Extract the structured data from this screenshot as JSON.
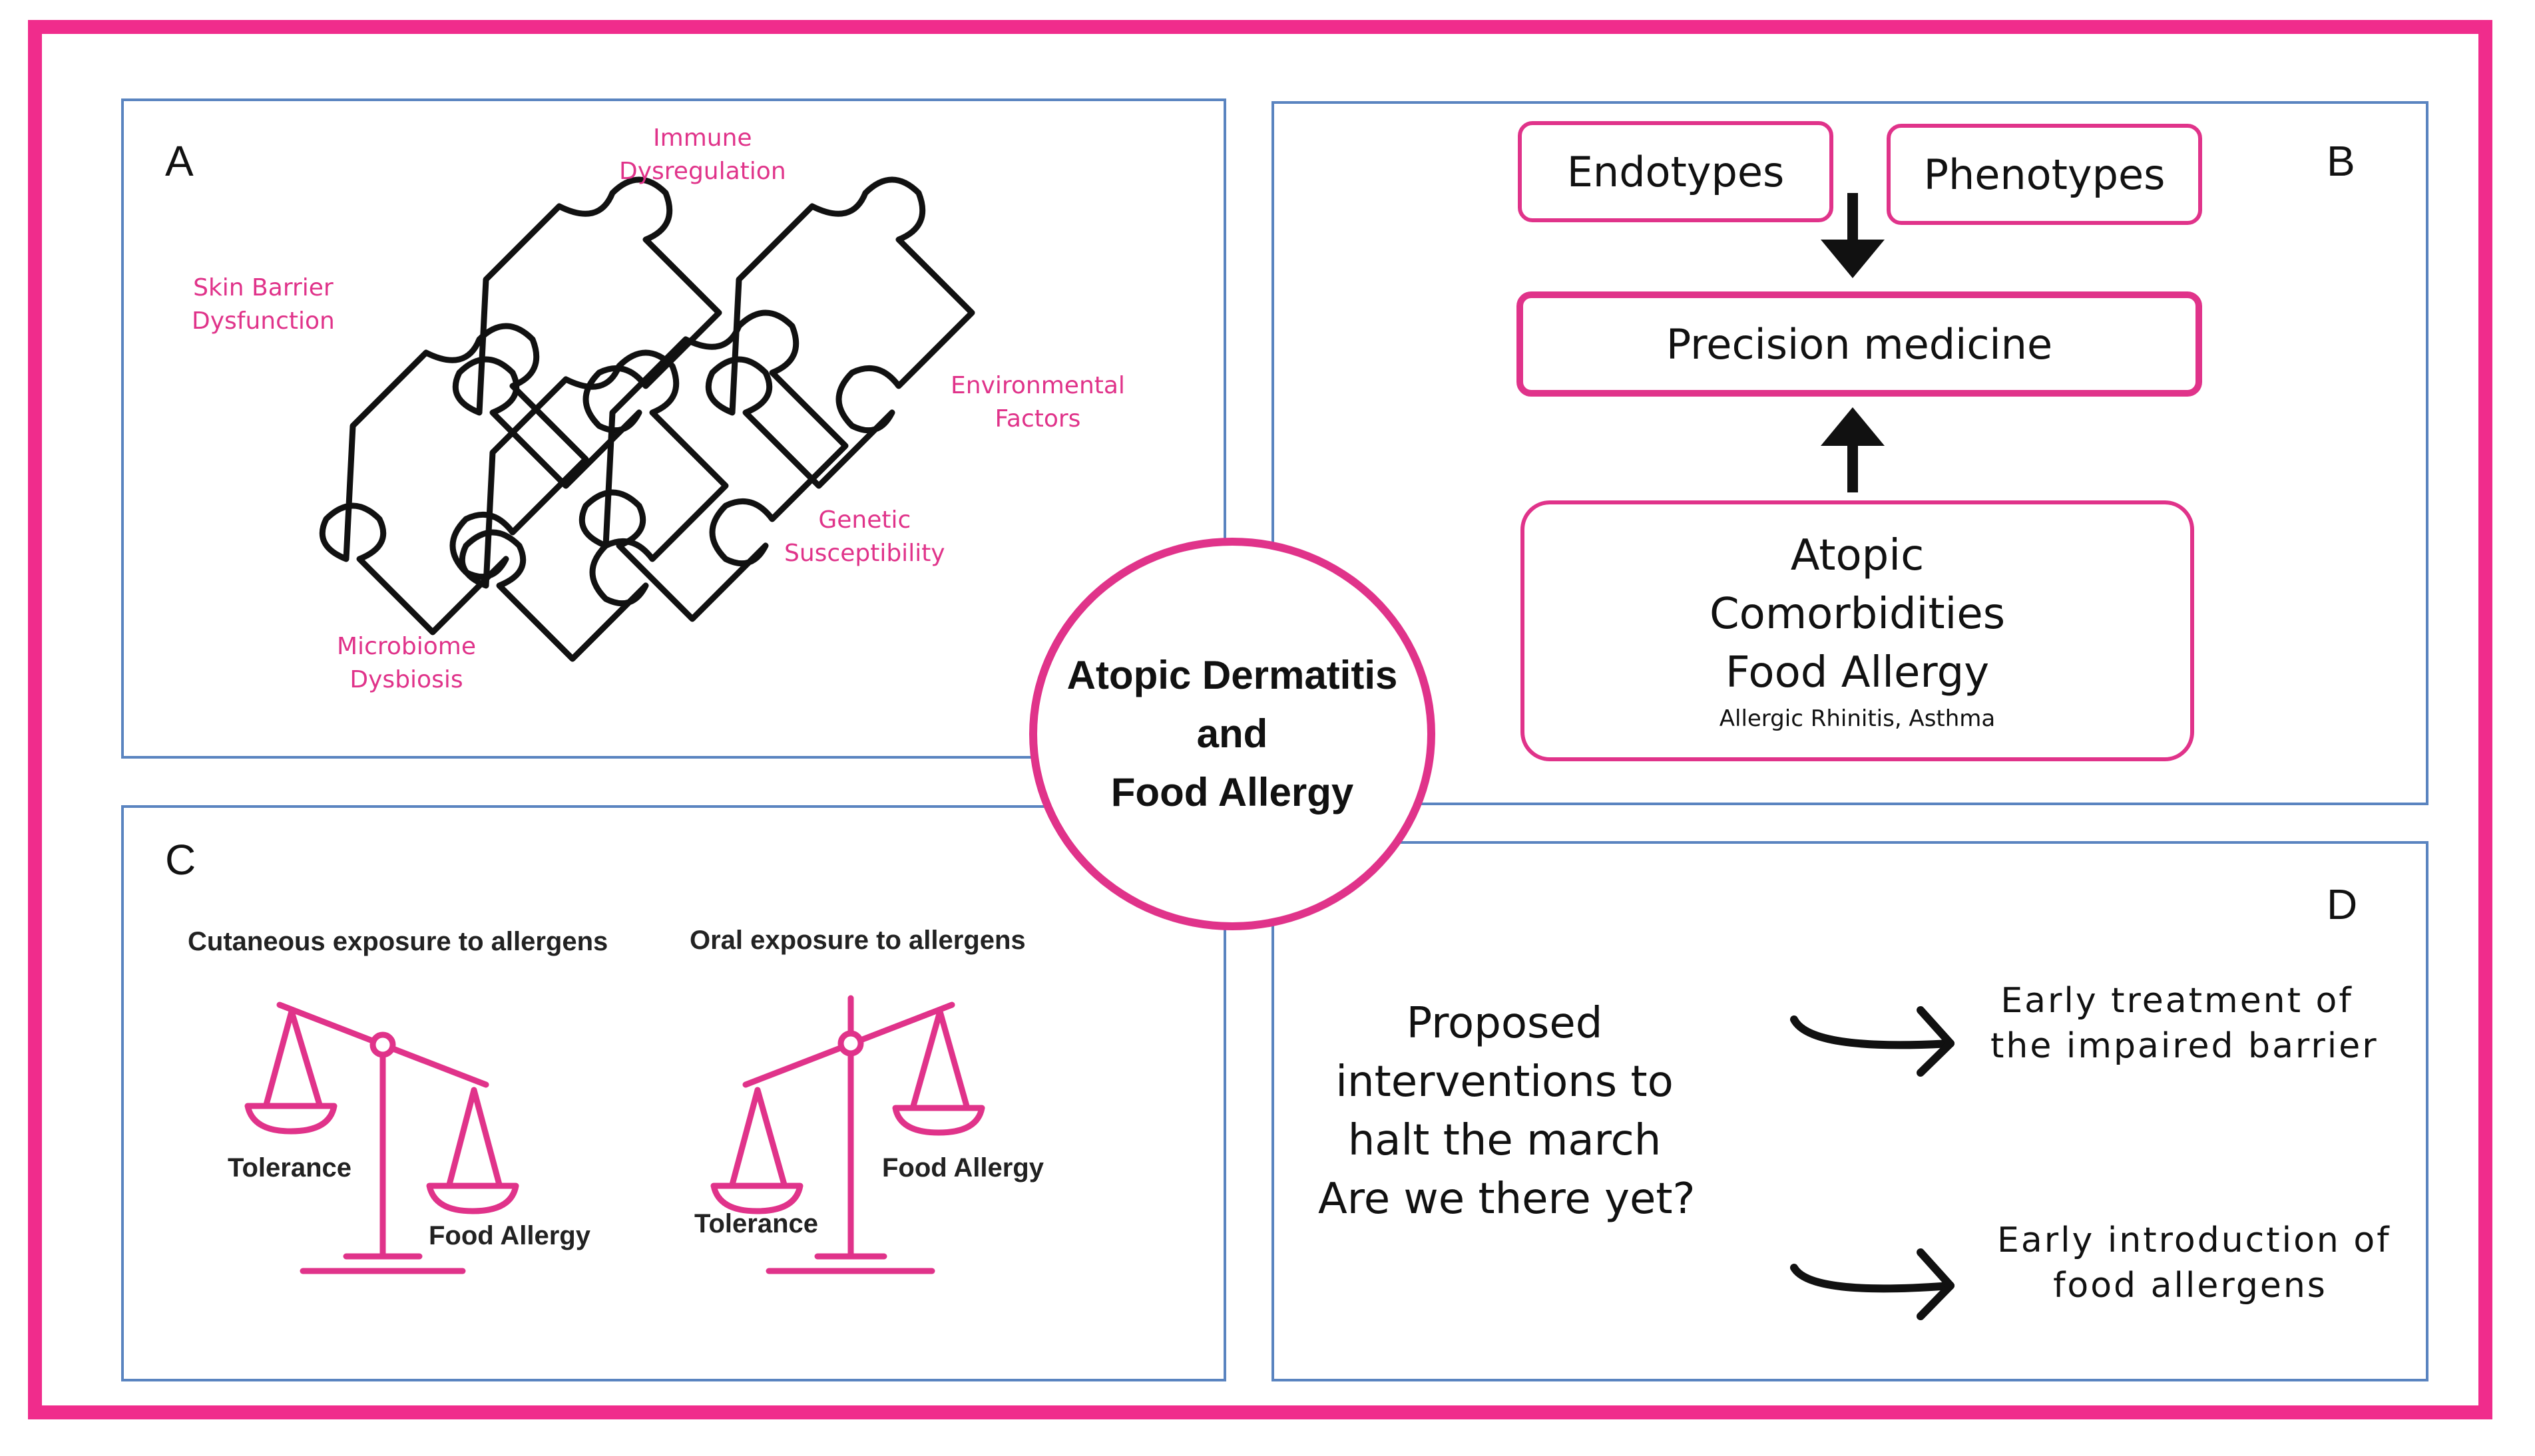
{
  "colors": {
    "frame": "#f02c8c",
    "accent": "#e0338a",
    "panel_border": "#5a84c0"
  },
  "center": {
    "line1": "Atopic Dermatitis",
    "line2": "and",
    "line3": "Food Allergy"
  },
  "panel_a": {
    "letter": "A",
    "labels": {
      "immune": [
        "Immune",
        "Dysregulation"
      ],
      "skin": [
        "Skin Barrier",
        "Dysfunction"
      ],
      "environmental": [
        "Environmental",
        "Factors"
      ],
      "genetic": [
        "Genetic",
        "Susceptibility"
      ],
      "microbiome": [
        "Microbiome",
        "Dysbiosis"
      ]
    },
    "icon": "puzzle-pieces-icon"
  },
  "panel_b": {
    "letter": "B",
    "endotypes": "Endotypes",
    "phenotypes": "Phenotypes",
    "precision": "Precision medicine",
    "box_lines": [
      "Atopic",
      "Comorbidities",
      "Food Allergy"
    ],
    "box_small": "Allergic Rhinitis, Asthma"
  },
  "panel_c": {
    "letter": "C",
    "left_title": "Cutaneous exposure to allergens",
    "right_title": "Oral  exposure to allergens",
    "left_tolerance": "Tolerance",
    "left_food_allergy": "Food Allergy",
    "right_tolerance": "Tolerance",
    "right_food_allergy": "Food Allergy",
    "icon": "balance-scale-icon"
  },
  "panel_d": {
    "letter": "D",
    "question": [
      "Proposed",
      "interventions to",
      "halt the march",
      "Are we there yet?"
    ],
    "item1": [
      "Early treatment of",
      "the impaired barrier"
    ],
    "item2": [
      "Early introduction of",
      "food allergens"
    ],
    "icon": "curved-arrow-icon"
  }
}
